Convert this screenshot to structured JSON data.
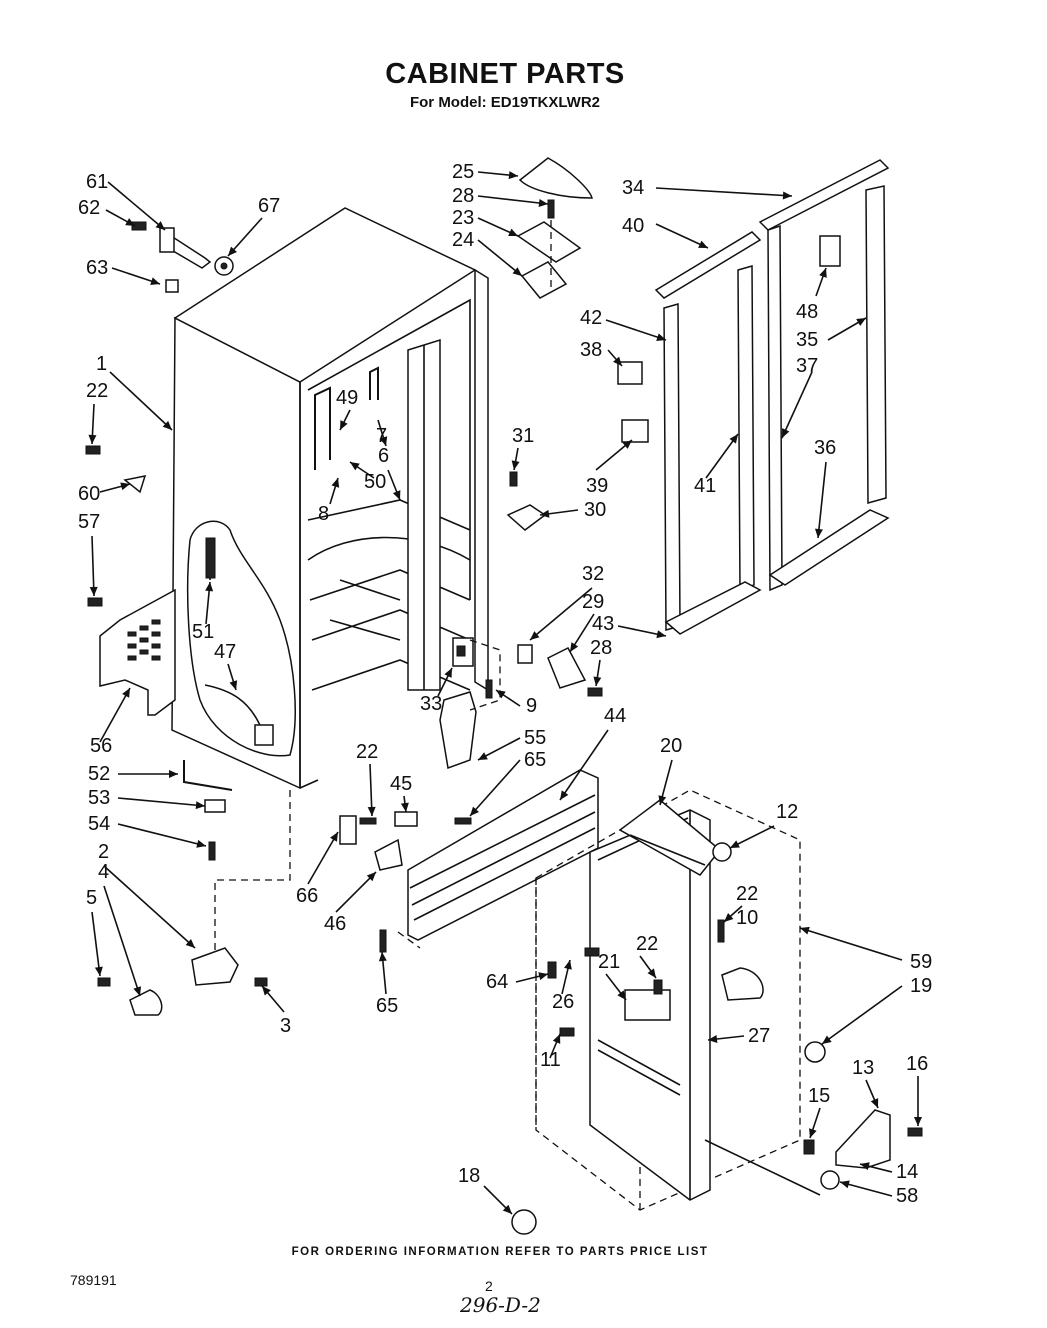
{
  "header": {
    "title": "CABINET PARTS",
    "subtitle": "For Model: ED19TKXLWR2"
  },
  "footer": {
    "ordering_note": "FOR ORDERING INFORMATION REFER TO PARTS PRICE LIST",
    "doc_number": "789191",
    "page_number": "2",
    "handwritten_code": "296-D-2"
  },
  "callouts": {
    "c1": "1",
    "c2": "2",
    "c3": "3",
    "c4": "4",
    "c5": "5",
    "c6": "6",
    "c7": "7",
    "c8": "8",
    "c9": "9",
    "c10": "10",
    "c11": "11",
    "c12": "12",
    "c13": "13",
    "c14": "14",
    "c15": "15",
    "c16": "16",
    "c18": "18",
    "c19": "19",
    "c20": "20",
    "c21": "21",
    "c22a": "22",
    "c22b": "22",
    "c22c": "22",
    "c22d": "22",
    "c23": "23",
    "c24": "24",
    "c25": "25",
    "c26": "26",
    "c27": "27",
    "c28a": "28",
    "c28b": "28",
    "c29": "29",
    "c30": "30",
    "c31": "31",
    "c32": "32",
    "c33": "33",
    "c34": "34",
    "c35": "35",
    "c36": "36",
    "c37": "37",
    "c38": "38",
    "c39": "39",
    "c40": "40",
    "c41": "41",
    "c42": "42",
    "c43": "43",
    "c44": "44",
    "c45": "45",
    "c46": "46",
    "c47": "47",
    "c48": "48",
    "c49": "49",
    "c50": "50",
    "c51": "51",
    "c52": "52",
    "c53": "53",
    "c54": "54",
    "c55": "55",
    "c56": "56",
    "c57": "57",
    "c58": "58",
    "c59": "59",
    "c60": "60",
    "c61": "61",
    "c62": "62",
    "c63": "63",
    "c64": "64",
    "c65a": "65",
    "c65b": "65",
    "c66": "66",
    "c67": "67"
  }
}
